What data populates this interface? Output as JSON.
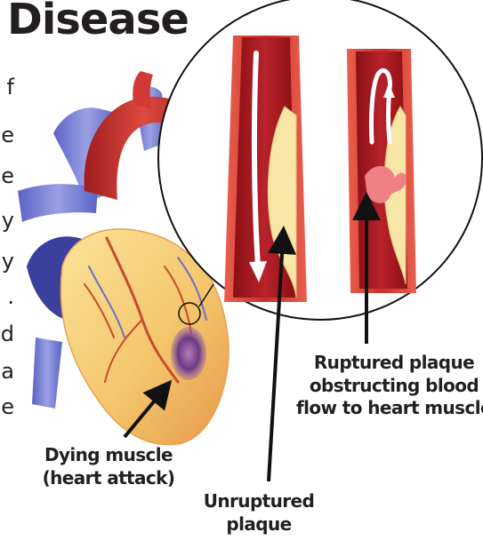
{
  "title": "Disease",
  "edge_letters": [
    "f",
    "e",
    "e",
    "y",
    "y",
    ".",
    "d",
    "a",
    "e"
  ],
  "labels": {
    "ruptured": [
      "Ruptured plaque",
      "obstructing blood",
      "flow to heart muscle"
    ],
    "dying": [
      "Dying muscle",
      "(heart attack)"
    ],
    "unruptured": [
      "Unruptured",
      "plaque"
    ]
  },
  "colors": {
    "text": "#231f20",
    "artery_wall": "#d8463a",
    "lumen": "#a3121a",
    "plaque": "#f8e6a6",
    "heart_muscle": "#f4c76d",
    "vein": "#7f86d6",
    "aorta": "#cc2f2b",
    "infarct": "#6a3a87"
  },
  "icons": [
    "heart-illustration",
    "magnifier-circle",
    "artery-unruptured",
    "artery-ruptured",
    "blood-flow-arrow",
    "pointer-arrow"
  ]
}
